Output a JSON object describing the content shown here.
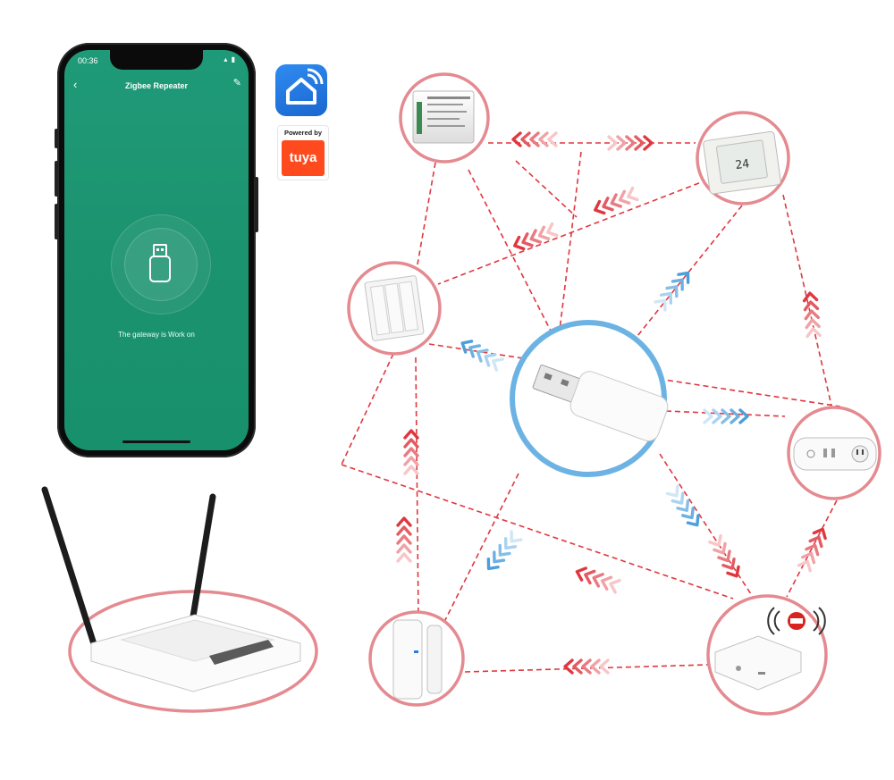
{
  "phone": {
    "status_time": "00:36",
    "status_icons": "▴ ▮",
    "app_title": "Zigbee Repeater",
    "back_icon": "‹",
    "edit_icon": "✎",
    "gateway_status": "The gateway is Work on"
  },
  "badge": {
    "powered_by": "Powered by",
    "brand": "tuya"
  },
  "colors": {
    "red_accent": "#e0373f",
    "red_ring": "#e48a90",
    "blue_accent": "#5aaee6",
    "blue_ring": "#6cb3e4",
    "app_green": "#1f9a78",
    "tuya_orange": "#ff4a1d"
  },
  "nodes": [
    {
      "name": "switch-module-node",
      "icon": "switch-module-icon"
    },
    {
      "name": "thermostat-node",
      "icon": "thermostat-icon"
    },
    {
      "name": "wall-switch-node",
      "icon": "wall-switch-icon"
    },
    {
      "name": "usb-repeater-node",
      "icon": "usb-dongle-icon"
    },
    {
      "name": "smart-plug-node",
      "icon": "smart-plug-icon"
    },
    {
      "name": "door-sensor-node",
      "icon": "door-sensor-icon"
    },
    {
      "name": "gateway-hub-node",
      "icon": "gateway-hub-icon"
    },
    {
      "name": "router-node",
      "icon": "wifi-router-icon"
    }
  ]
}
